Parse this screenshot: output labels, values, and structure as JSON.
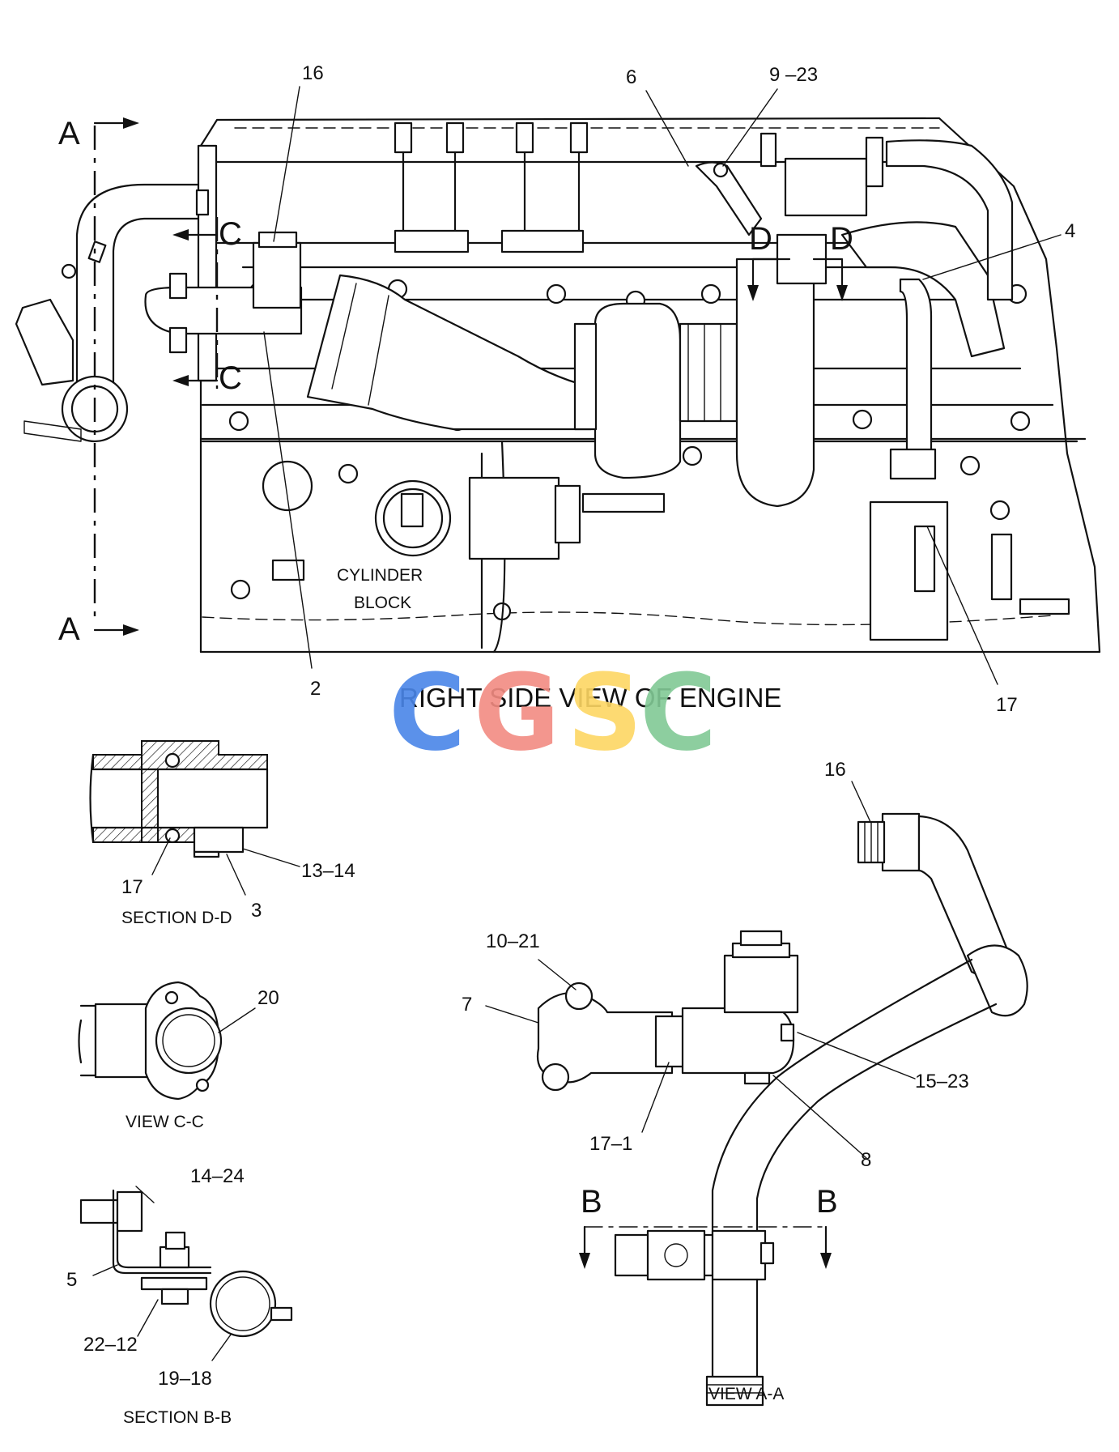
{
  "main_view": {
    "title": "RIGHT SIDE VIEW OF ENGINE",
    "block_label_line1": "CYLINDER",
    "block_label_line2": "BLOCK",
    "callouts": {
      "c16": "16",
      "c6": "6",
      "c9_23": "9 –23",
      "c4": "4",
      "c2": "2",
      "c17": "17"
    },
    "section_marks": {
      "a_top": "A",
      "a_bottom": "A",
      "c_top": "C",
      "c_bottom": "C",
      "d_left": "D",
      "d_right": "D"
    }
  },
  "watermark": {
    "letters": [
      "C",
      "G",
      "S",
      "C"
    ],
    "colors": [
      "#4a86e8",
      "#f28b82",
      "#fdd663",
      "#81c995"
    ]
  },
  "section_dd": {
    "caption": "SECTION D-D",
    "callouts": {
      "c17": "17",
      "c3": "3",
      "c13_14": "13–14"
    }
  },
  "view_cc": {
    "caption": "VIEW C-C",
    "callouts": {
      "c20": "20"
    }
  },
  "section_bb": {
    "caption": "SECTION B-B",
    "callouts": {
      "c14_24": "14–24",
      "c5": "5",
      "c22_12": "22–12",
      "c19_18": "19–18"
    }
  },
  "view_aa": {
    "caption": "VIEW A-A",
    "callouts": {
      "c16": "16",
      "c10_21": "10–21",
      "c7": "7",
      "c15_23": "15–23",
      "c17_1": "17–1",
      "c8": "8",
      "b_left": "B",
      "b_right": "B"
    }
  }
}
